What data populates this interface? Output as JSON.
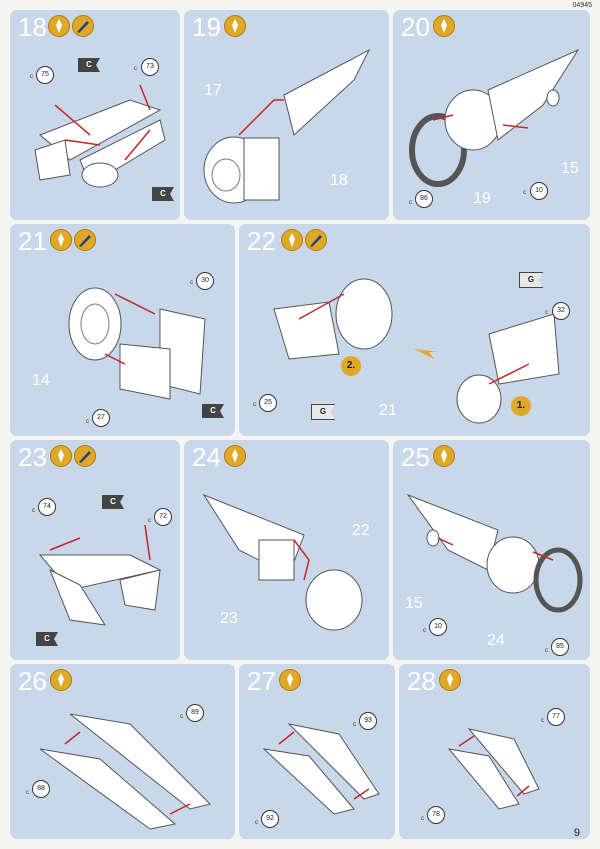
{
  "page": {
    "code": "04945",
    "number": "9"
  },
  "steps": [
    {
      "id": "18",
      "labels": {
        "a": "75",
        "b": "73"
      },
      "flags": [
        "C",
        "C"
      ]
    },
    {
      "id": "19",
      "labels": {
        "a": "17",
        "b": "18"
      }
    },
    {
      "id": "20",
      "labels": {
        "a": "86",
        "b": "19",
        "c": "10",
        "d": "15"
      }
    },
    {
      "id": "21",
      "labels": {
        "a": "30",
        "b": "14",
        "c": "27"
      },
      "flags": [
        "C"
      ]
    },
    {
      "id": "22",
      "labels": {
        "a": "25",
        "b": "32",
        "c": "21"
      },
      "flags": [
        "G",
        "G"
      ],
      "orders": [
        "2.",
        "1."
      ]
    },
    {
      "id": "23",
      "labels": {
        "a": "74",
        "b": "72"
      },
      "flags": [
        "C",
        "C"
      ]
    },
    {
      "id": "24",
      "labels": {
        "a": "22",
        "b": "23"
      }
    },
    {
      "id": "25",
      "labels": {
        "a": "15",
        "b": "10",
        "c": "24",
        "d": "85"
      }
    },
    {
      "id": "26",
      "labels": {
        "a": "89",
        "b": "88"
      }
    },
    {
      "id": "27",
      "labels": {
        "a": "93",
        "b": "92"
      }
    },
    {
      "id": "28",
      "labels": {
        "a": "77",
        "b": "78"
      }
    }
  ],
  "icons": {
    "glue": "glue-icon",
    "paint": "paint-brush-icon"
  },
  "colors": {
    "panel": "#c9d7ea",
    "accent": "#e0a827",
    "arrow": "#c0282d"
  }
}
